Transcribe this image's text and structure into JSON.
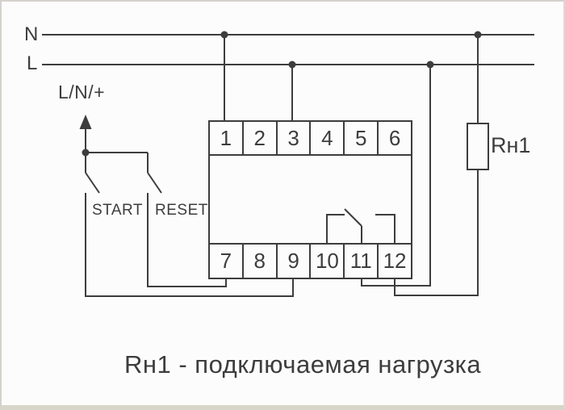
{
  "diagram": {
    "type": "relay-wiring-diagram",
    "line_color": "#3d3d3d",
    "background": "#fcfcfc",
    "frame_color": "#d8d5c9"
  },
  "labels": {
    "neutral_bus": "N",
    "line_bus": "L",
    "supply": "L/N/+",
    "start": "START",
    "reset": "RESET",
    "load": "Rн1"
  },
  "terminals": {
    "top": [
      "1",
      "2",
      "3",
      "4",
      "5",
      "6"
    ],
    "bottom": [
      "7",
      "8",
      "9",
      "10",
      "11",
      "12"
    ]
  },
  "caption": "Rн1 - подключаемая нагрузка"
}
